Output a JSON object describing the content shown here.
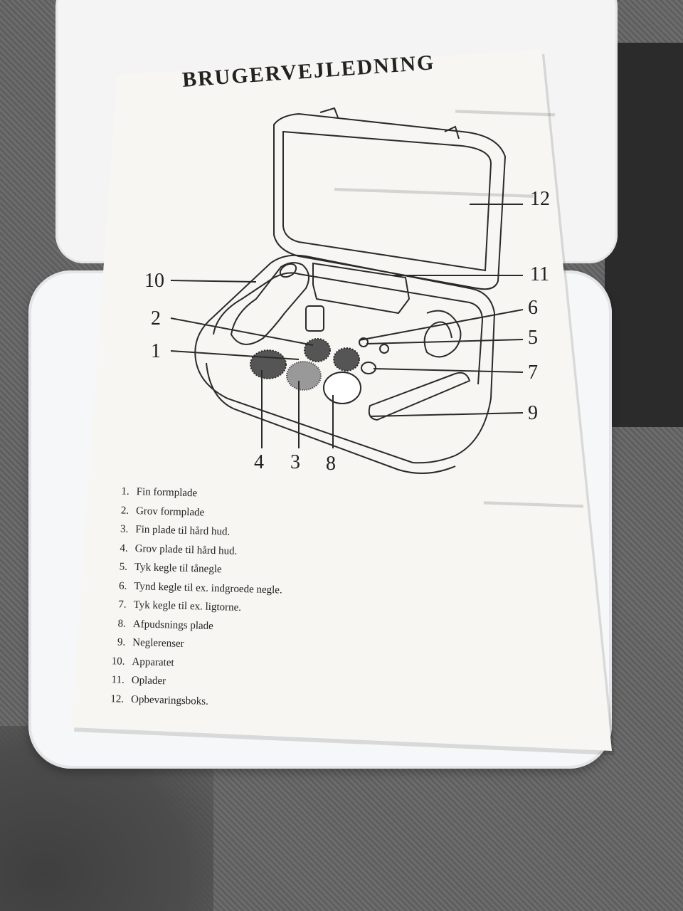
{
  "manual": {
    "title": "BRUGERVEJLEDNING",
    "diagram_labels": [
      "1",
      "2",
      "3",
      "4",
      "5",
      "6",
      "7",
      "8",
      "9",
      "10",
      "11",
      "12"
    ],
    "parts": [
      {
        "num": "1.",
        "label": "Fin formplade"
      },
      {
        "num": "2.",
        "label": "Grov formplade"
      },
      {
        "num": "3.",
        "label": "Fin plade til hård hud."
      },
      {
        "num": "4.",
        "label": "Grov plade til hård hud."
      },
      {
        "num": "5.",
        "label": "Tyk kegle til tånegle"
      },
      {
        "num": "6.",
        "label": "Tynd kegle til ex. indgroede negle."
      },
      {
        "num": "7.",
        "label": "Tyk kegle til ex. ligtorne."
      },
      {
        "num": "8.",
        "label": "Afpudsnings plade"
      },
      {
        "num": "9.",
        "label": "Neglerenser"
      },
      {
        "num": "10.",
        "label": "Apparatet"
      },
      {
        "num": "11.",
        "label": "Oplader"
      },
      {
        "num": "12.",
        "label": "Opbevaringsboks."
      }
    ]
  },
  "colors": {
    "paper": "#f7f6f3",
    "ink": "#222222",
    "case": "#f4f4f4",
    "fabric": "#666666"
  }
}
